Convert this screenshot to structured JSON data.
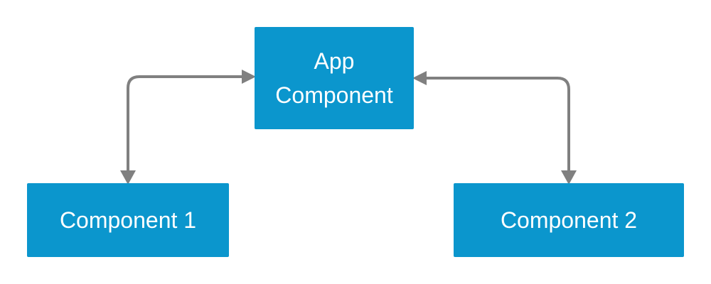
{
  "nodes": {
    "app": {
      "line1": "App",
      "line2": "Component"
    },
    "component1": {
      "label": "Component 1"
    },
    "component2": {
      "label": "Component 2"
    }
  },
  "edges": [
    {
      "from": "app",
      "to": "component1",
      "direction": "bidirectional"
    },
    {
      "from": "app",
      "to": "component2",
      "direction": "bidirectional"
    }
  ],
  "colors": {
    "node_fill": "#0b96cd",
    "node_text": "#ffffff",
    "connector": "#808080",
    "background": "#ffffff"
  }
}
